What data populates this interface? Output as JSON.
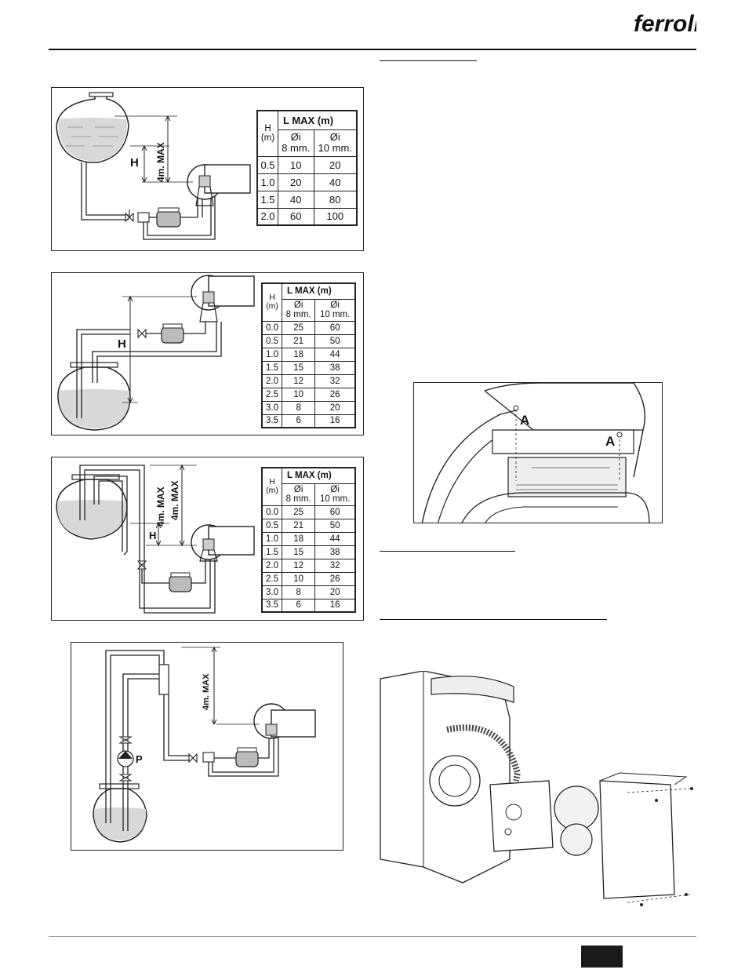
{
  "brand": {
    "name": "ferroli"
  },
  "tables": [
    {
      "h_label": "H\n(m)",
      "lmax_label": "L MAX (m)",
      "col_8": "Øi\n8 mm.",
      "col_10": "Øi\n10 mm.",
      "rows": [
        [
          "0.5",
          "10",
          "20"
        ],
        [
          "1.0",
          "20",
          "40"
        ],
        [
          "1.5",
          "40",
          "80"
        ],
        [
          "2.0",
          "60",
          "100"
        ]
      ]
    },
    {
      "h_label": "H\n(m)",
      "lmax_label": "L MAX (m)",
      "col_8": "Øi\n8 mm.",
      "col_10": "Øi\n10 mm.",
      "rows": [
        [
          "0.0",
          "25",
          "60"
        ],
        [
          "0.5",
          "21",
          "50"
        ],
        [
          "1.0",
          "18",
          "44"
        ],
        [
          "1.5",
          "15",
          "38"
        ],
        [
          "2.0",
          "12",
          "32"
        ],
        [
          "2.5",
          "10",
          "26"
        ],
        [
          "3.0",
          "8",
          "20"
        ],
        [
          "3.5",
          "6",
          "16"
        ]
      ]
    },
    {
      "h_label": "H\n(m)",
      "lmax_label": "L MAX (m)",
      "col_8": "Øi\n8 mm.",
      "col_10": "Øi\n10 mm.",
      "rows": [
        [
          "0.0",
          "25",
          "60"
        ],
        [
          "0.5",
          "21",
          "50"
        ],
        [
          "1.0",
          "18",
          "44"
        ],
        [
          "1.5",
          "15",
          "38"
        ],
        [
          "2.0",
          "12",
          "32"
        ],
        [
          "2.5",
          "10",
          "26"
        ],
        [
          "3.0",
          "8",
          "20"
        ],
        [
          "3.5",
          "6",
          "16"
        ]
      ]
    }
  ],
  "diagram_labels": {
    "max_4m": "4m. MAX",
    "h": "H",
    "p": "P",
    "a": "A"
  }
}
